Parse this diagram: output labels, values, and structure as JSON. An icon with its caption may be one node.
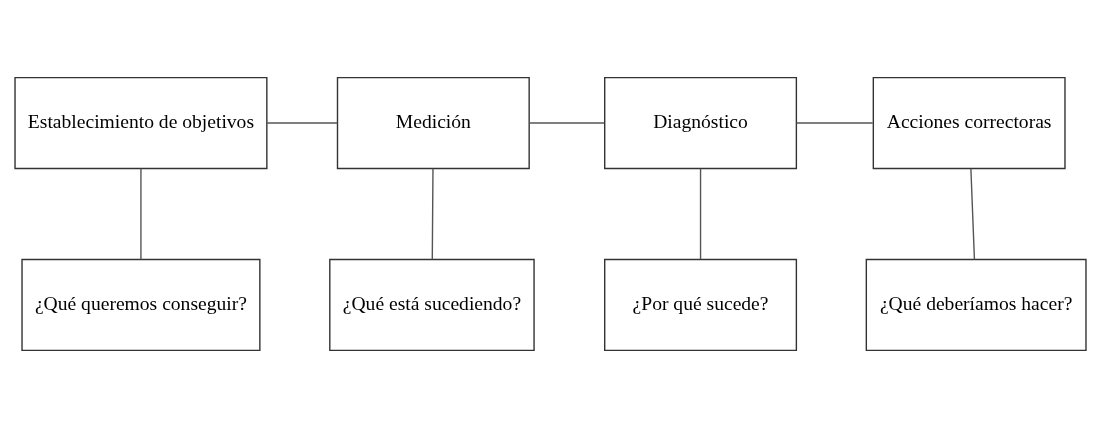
{
  "diagram": {
    "nodes": [
      {
        "text": [
          "Establecimiento de objetivos"
        ]
      },
      {
        "text": [
          "Medición"
        ]
      },
      {
        "text": [
          "Diagnóstico"
        ]
      },
      {
        "text": [
          "Acciones correctoras"
        ]
      },
      {
        "text": [
          "¿Qué queremos conseguir?"
        ]
      },
      {
        "text": [
          "¿Qué está sucediendo?"
        ]
      },
      {
        "text": [
          "¿Por qué sucede?"
        ]
      },
      {
        "text": [
          "¿Qué deberíamos hacer?"
        ]
      }
    ],
    "edges": [
      {
        "from": 0,
        "to": 1,
        "arrow": "none"
      },
      {
        "from": 1,
        "to": 2,
        "arrow": "none"
      },
      {
        "from": 2,
        "to": 3,
        "arrow": "none"
      },
      {
        "from": 0,
        "to": 4,
        "arrow": "none"
      },
      {
        "from": 1,
        "to": 5,
        "arrow": "none"
      },
      {
        "from": 2,
        "to": 6,
        "arrow": "none"
      },
      {
        "from": 3,
        "to": 7,
        "arrow": "none"
      }
    ]
  }
}
